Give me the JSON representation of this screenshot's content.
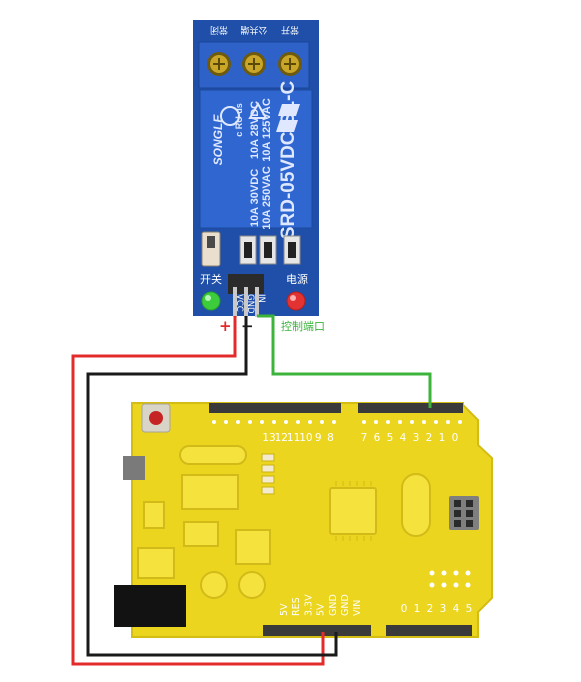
{
  "relay": {
    "terminal_labels": [
      "常闭",
      "公共端",
      "常开"
    ],
    "model": "SRD-05VDC-SL-C",
    "brand": "SONGLE",
    "rating_ac": "10A 250VAC",
    "rating_dc": "10A 30VDC",
    "rating_ac2": "10A 125VAC",
    "rating_dc2": "10A 28VDC",
    "cert_mark": "c RU us",
    "jumper_label": "开关",
    "power_label": "电源",
    "pin_labels": [
      "VCC",
      "GND",
      "IN"
    ],
    "control_port_label": "控制端口",
    "plus_sign": "+",
    "minus_sign": "−"
  },
  "arduino": {
    "digital_high": [
      "13",
      "12",
      "11",
      "10",
      "9",
      "8"
    ],
    "digital_low": [
      "7",
      "6",
      "5",
      "4",
      "3",
      "2",
      "1",
      "0"
    ],
    "power_pins": [
      "5V",
      "RES",
      "3.3V",
      "5V",
      "GND",
      "GND",
      "VIN"
    ],
    "analog_pins": [
      "0",
      "1",
      "2",
      "3",
      "4",
      "5"
    ]
  },
  "wires": {
    "vcc_color": "#e32b2b",
    "gnd_color": "#1a1a1a",
    "signal_color": "#3cb43c"
  },
  "colors": {
    "board": "#ecd51f",
    "board_dark": "#c9b210",
    "relay_blue": "#2b5fc2",
    "pcb_blue": "#1f4fa8"
  }
}
